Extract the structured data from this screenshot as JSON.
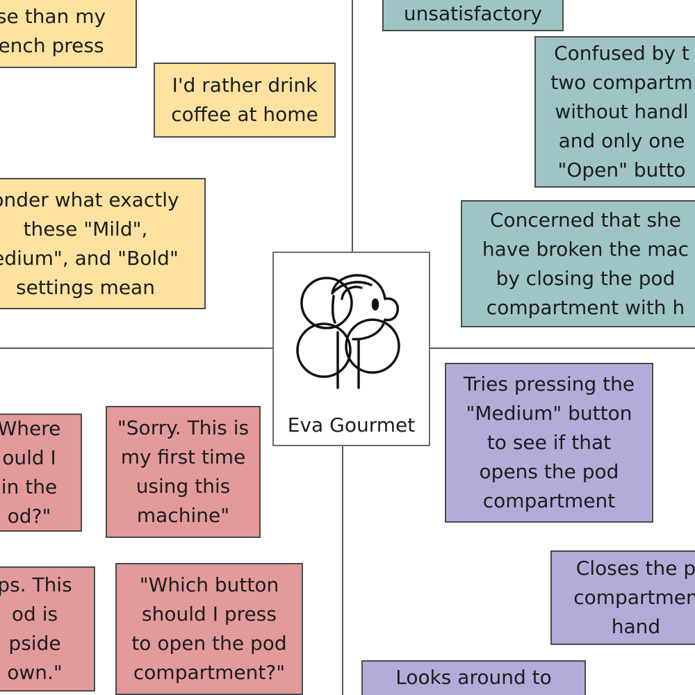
{
  "persona": {
    "name": "Eva Gourmet",
    "icon": "woman-avatar-icon"
  },
  "colors": {
    "thinks": "#fbe2a0",
    "feels": "#9fc4c6",
    "says": "#e29a9a",
    "does": "#b3acd9",
    "border": "#4a4a4a"
  },
  "thinks": [
    {
      "text": "se than my\nench press"
    },
    {
      "text": "I'd rather drink\ncoffee at home"
    },
    {
      "text": "onder what exactly\nthese \"Mild\",\nedium\", and \"Bold\"\nsettings mean"
    }
  ],
  "feels": [
    {
      "text": "unsatisfactory"
    },
    {
      "text": "Confused by t\ntwo compartm\nwithout handl\nand only one\n\"Open\" butto"
    },
    {
      "text": "Concerned that she\nhave broken the mac\nby closing the pod\ncompartment with h"
    }
  ],
  "says": [
    {
      "text": "Where\nould I\nin the\nod?\""
    },
    {
      "text": "\"Sorry. This is\nmy first time\nusing this\nmachine\""
    },
    {
      "text": "ps. This\nod is\npside\nown.\""
    },
    {
      "text": "\"Which button\nshould I press\nto open the pod\ncompartment?\""
    }
  ],
  "does": [
    {
      "text": "Tries pressing the\n\"Medium\" button\nto see if that\nopens the pod\ncompartment"
    },
    {
      "text": "Closes the p\ncompartmen\nhand"
    },
    {
      "text": "Looks around to"
    }
  ]
}
